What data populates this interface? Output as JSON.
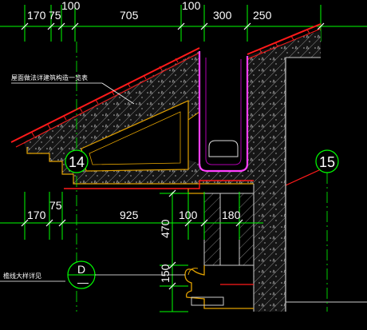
{
  "top_dims": [
    "170",
    "75",
    "100",
    "705",
    "100",
    "300",
    "250"
  ],
  "bottom_dims": [
    "170",
    "75",
    "925",
    "100",
    "180"
  ],
  "vertical_dims": [
    "470",
    "150"
  ],
  "note_roof": "屋面做法详建筑构造一览表",
  "note_detail": "檐线大样详见",
  "axis_left": "14",
  "axis_right": "15",
  "detail_top": "D",
  "detail_bottom": "—",
  "colors": {
    "background": "#000000",
    "dim_line": "#00ff00",
    "roof": "#ff1a1a",
    "concrete_edge": "#e0a000",
    "gutter": "#ff40ff",
    "wall_edge": "#cccccc",
    "hatch": "#bbbbbb",
    "text": "#ffffff",
    "axis_circle": "#00ff00"
  }
}
